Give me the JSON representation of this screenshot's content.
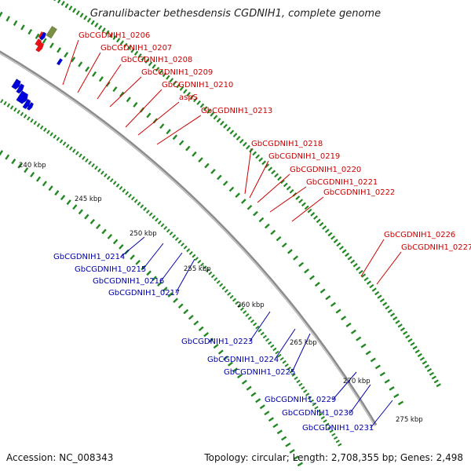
{
  "title": "Granulibacter bethesdensis CGDNIH1, complete genome",
  "footer": {
    "accession": "Accession: NC_008343",
    "stats": "Topology: circular; Length: 2,708,355 bp; Genes: 2,498"
  },
  "colors": {
    "backbone": "#8c8c8c",
    "forward_gene": "#ee1111",
    "reverse_gene": "#1111dd",
    "tick": "#228822",
    "forward_label": "#cc0000",
    "reverse_label": "#0000aa"
  },
  "kbp_labels": [
    "240 kbp",
    "245 kbp",
    "250 kbp",
    "255 kbp",
    "260 kbp",
    "265 kbp",
    "270 kbp",
    "275 kbp"
  ],
  "forward_labels": [
    "GbCGDNIH1_0206",
    "GbCGDNIH1_0207",
    "GbCGDNIH1_0208",
    "GbCGDNIH1_0209",
    "GbCGDNIH1_0210",
    "aspS",
    "GbCGDNIH1_0213",
    "GbCGDNIH1_0218",
    "GbCGDNIH1_0219",
    "GbCGDNIH1_0220",
    "GbCGDNIH1_0221",
    "GbCGDNIH1_0222",
    "GbCGDNIH1_0226",
    "GbCGDNIH1_0227"
  ],
  "reverse_labels": [
    "GbCGDNIH1_0214",
    "GbCGDNIH1_0215",
    "GbCGDNIH1_0216",
    "GbCGDNIH1_0217",
    "GbCGDNIH1_0223",
    "GbCGDNIH1_0224",
    "GbCGDNIH1_0225",
    "GbCGDNIH1_0229",
    "GbCGDNIH1_0230",
    "GbCGDNIH1_0231"
  ]
}
